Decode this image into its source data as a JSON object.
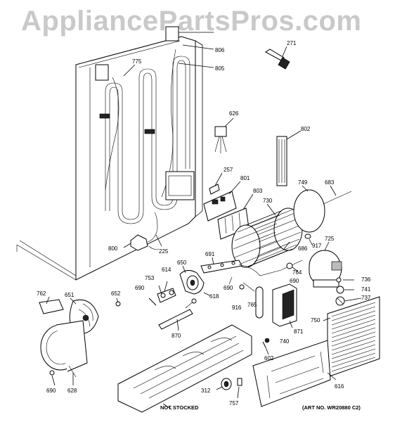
{
  "watermark": "AppliancePartsPros.com",
  "notes": {
    "not_stocked": "NOT STOCKED",
    "art_no": "(ART NO. WR20880 C2)"
  },
  "labels": {
    "l271": "271",
    "l806": "806",
    "l775": "775",
    "l805": "805",
    "l626": "626",
    "l802": "802",
    "l257": "257",
    "l801": "801",
    "l803": "803",
    "l730": "730",
    "l749": "749",
    "l683": "683",
    "l725": "725",
    "l917": "917",
    "l686": "686",
    "l691": "691",
    "l800": "800",
    "l225": "225",
    "l650": "650",
    "l614": "614",
    "l753": "753",
    "l690a": "690",
    "l690b": "690",
    "l690c": "690",
    "l690d": "690",
    "l618": "618",
    "l916": "916",
    "l765": "765",
    "l764": "764",
    "l736": "736",
    "l741": "741",
    "l737": "737",
    "l762": "762",
    "l651": "651",
    "l652": "652",
    "l750": "750",
    "l871": "871",
    "l870": "870",
    "l740": "740",
    "l602": "602",
    "l616": "616",
    "l628": "628",
    "l312": "312",
    "l757": "757"
  }
}
